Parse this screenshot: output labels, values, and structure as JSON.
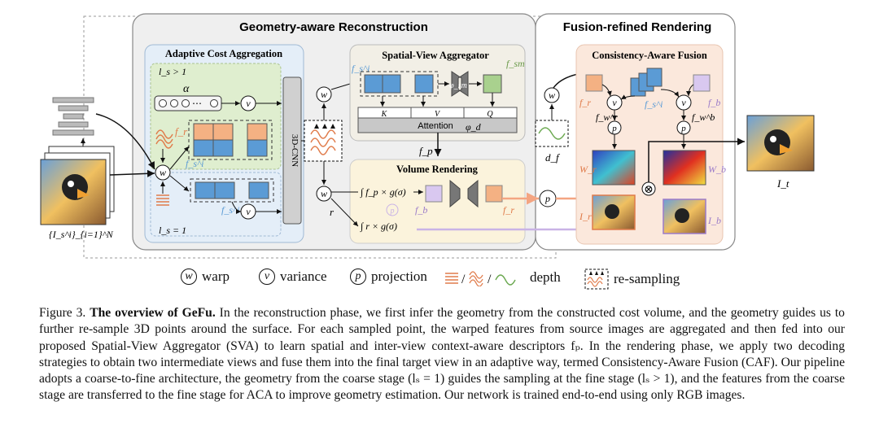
{
  "figure": {
    "sections": {
      "reconstruction_title": "Geometry-aware Reconstruction",
      "rendering_title": "Fusion-refined Rendering"
    },
    "modules": {
      "aca": "Adaptive Cost Aggregation",
      "sva": "Spatial-View Aggregator",
      "volume": "Volume Rendering",
      "caf": "Consistency-Aware Fusion",
      "cnn": "3D-CNN",
      "attention": "Attention"
    },
    "labels": {
      "ls_gt1": "l_s > 1",
      "ls_eq1": "l_s = 1",
      "alpha": "α",
      "fr": "f_r",
      "fs": "f_s^i",
      "fsm": "f_sm",
      "phi_sm": "φ_sm",
      "phi_d": "φ_d",
      "K": "K",
      "V": "V",
      "Q": "Q",
      "fp": "f_p",
      "fb": "f_b",
      "r": "r",
      "integral1": "∫ f_p × g(σ)",
      "integral2": "∫ r × g(σ)",
      "df": "d_f",
      "fwr": "f_w^r",
      "fwb": "f_w^b",
      "Wr": "W_r",
      "Wb": "W_b",
      "Ir": "I_r",
      "Ib": "I_b",
      "It": "I_t",
      "sources": "{I_s^i}_{i=1}^N",
      "dots": "⋯",
      "w": "w",
      "v": "v",
      "p": "p"
    },
    "legend": {
      "warp": "warp",
      "variance": "variance",
      "projection": "projection",
      "depth": "depth",
      "resampling": "re-sampling"
    },
    "colors": {
      "panel_gray": "#efefef",
      "aca_blue": "#e4eef8",
      "aca_green": "#dfeecf",
      "sva_bg": "#f2efe6",
      "volume_bg": "#fbf3dc",
      "caf_bg": "#fbe8dc",
      "cube_blue": "#5b9bd5",
      "cube_orange": "#f4b183",
      "cube_green": "#a9d18e",
      "cube_purple": "#d9c8f0",
      "arrow_orange": "#f4a582",
      "arrow_purple": "#c9b3e6"
    }
  },
  "caption": {
    "fig_num": "Figure 3.",
    "fig_title": "The overview of GeFu.",
    "text": "In the reconstruction phase, we first infer the geometry from the constructed cost volume, and the geometry guides us to further re-sample 3D points around the surface. For each sampled point, the warped features from source images are aggregated and then fed into our proposed Spatial-View Aggregator (SVA) to learn spatial and inter-view context-aware descriptors fₚ. In the rendering phase, we apply two decoding strategies to obtain two intermediate views and fuse them into the final target view in an adaptive way, termed Consistency-Aware Fusion (CAF). Our pipeline adopts a coarse-to-fine architecture, the geometry from the coarse stage (lₛ = 1) guides the sampling at the fine stage (lₛ > 1), and the features from the coarse stage are transferred to the fine stage for ACA to improve geometry estimation. Our network is trained end-to-end using only RGB images."
  }
}
